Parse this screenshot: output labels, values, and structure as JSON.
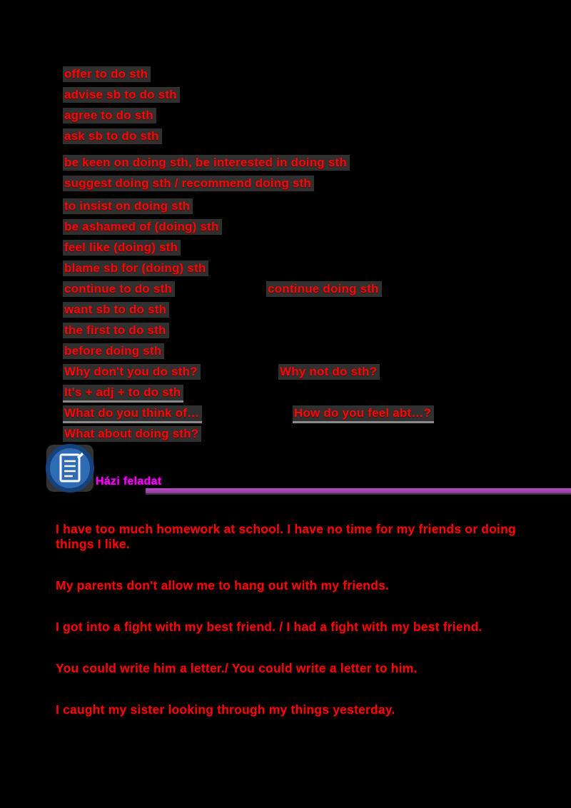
{
  "page": {
    "background_color": "#000000",
    "text_color": "#fa0606",
    "highlight_box_color": "#969696",
    "title_color": "#ff00ff",
    "rule_color": "#a64ab5",
    "icon_circle_color": "#2f6cb3",
    "icon_ring_color": "#15427c",
    "icon_glyph_color": "#ffffff"
  },
  "vocab": {
    "rows": [
      {
        "left": "offer to do sth"
      },
      {
        "left": "advise sb to do sth"
      },
      {
        "left": "agree to do sth"
      },
      {
        "left": "ask sb to do sth"
      },
      {
        "left": "be keen on doing sth, be interested in doing sth"
      },
      {
        "left": "suggest doing sth / recommend doing sth"
      },
      {
        "left": "to insist on doing sth"
      },
      {
        "left": "be ashamed of (doing) sth"
      },
      {
        "left": "feel like (doing) sth"
      },
      {
        "left": "blame sb for (doing) sth"
      },
      {
        "left": "continue to do sth",
        "right": "continue doing sth"
      },
      {
        "left": "want sb to do sth"
      },
      {
        "left": "the first to do sth"
      },
      {
        "left": "before doing sth"
      },
      {
        "left": "Why don't you do sth?",
        "right": "Why not do sth?"
      },
      {
        "left": "It's + adj + to do sth",
        "underline": true
      },
      {
        "left": "What do you think of…",
        "right": "How do you feel abt…?",
        "underline": true
      },
      {
        "left": "What about doing sth?"
      }
    ]
  },
  "homework": {
    "icon": "document-icon",
    "title": "Házi feladat"
  },
  "exercise": {
    "paragraphs": [
      "I have too much homework at school. I have no time for my friends or doing things I like.",
      "My parents don't allow me to hang out with my friends.",
      "I got into a fight with my best friend. / I had a fight with my best friend.",
      "You could write him a letter./ You could write a letter to him.",
      "I caught my sister looking through my things yesterday."
    ]
  }
}
